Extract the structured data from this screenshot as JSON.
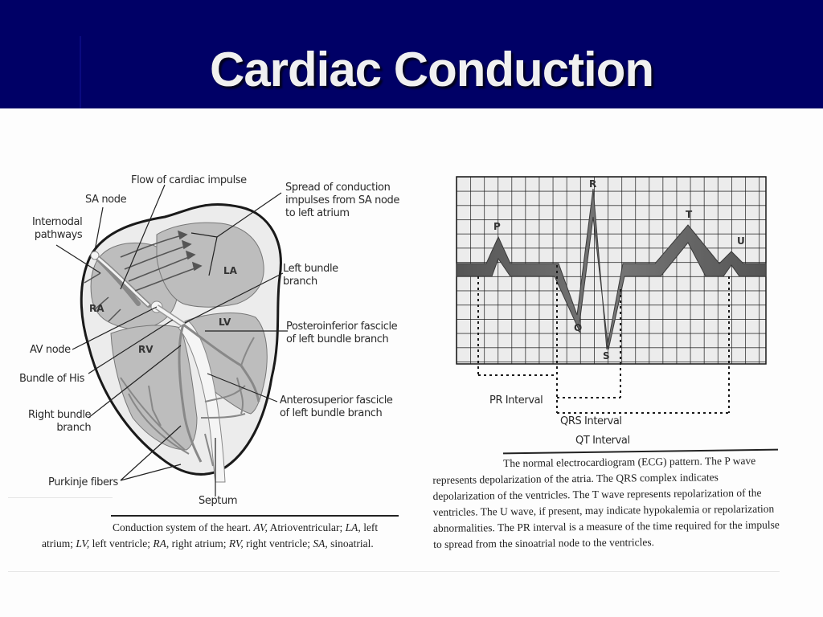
{
  "slide": {
    "title": "Cardiac Conduction",
    "colors": {
      "header_bg": "#000066",
      "title_text": "#f0f0f0",
      "content_bg": "#fdfdfd"
    }
  },
  "heart_figure": {
    "chamber_labels": {
      "ra": "RA",
      "la": "LA",
      "rv": "RV",
      "lv": "LV"
    },
    "callouts": {
      "flow_of_cardiac_impulse": "Flow of cardiac impulse",
      "sa_node": "SA node",
      "internodal_pathways": "Internodal\npathways",
      "spread_of_conduction": "Spread of conduction\nimpulses from SA node\nto left atrium",
      "left_bundle_branch": "Left bundle\nbranch",
      "posteroinferior_fascicle": "Posteroinferior fascicle\nof left bundle branch",
      "av_node": "AV node",
      "bundle_of_his": "Bundle of His",
      "right_bundle_branch": "Right bundle\nbranch",
      "anterosuperior_fascicle": "Anterosuperior fascicle\nof left bundle branch",
      "purkinje_fibers": "Purkinje fibers",
      "septum": "Septum"
    },
    "caption": {
      "lead": "Conduction system of the heart. ",
      "parts": [
        {
          "abbr": "AV,",
          "text": " Atrioventricular; "
        },
        {
          "abbr": "LA,",
          "text": " left atrium; "
        },
        {
          "abbr": "LV,",
          "text": " left ventricle; "
        },
        {
          "abbr": "RA,",
          "text": " right atrium; "
        },
        {
          "abbr": "RV,",
          "text": " right ventricle; "
        },
        {
          "abbr": "SA,",
          "text": " sinoatrial."
        }
      ]
    }
  },
  "ecg_figure": {
    "wave_labels": {
      "p": "P",
      "q": "Q",
      "r": "R",
      "s": "S",
      "t": "T",
      "u": "U"
    },
    "intervals": {
      "pr": "PR Interval",
      "qrs": "QRS Interval",
      "qt": "QT Interval"
    },
    "caption": "The normal electrocardiogram (ECG) pattern. The P wave represents depolarization of the atria. The QRS complex indicates depolarization of the ventricles. The T wave represents repolarization of the ventricles. The U wave, if present, may indicate hypokalemia or repolarization abnormalities. The PR interval is a measure of the time required for the impulse to spread from the sinoatrial node to the ventricles."
  }
}
